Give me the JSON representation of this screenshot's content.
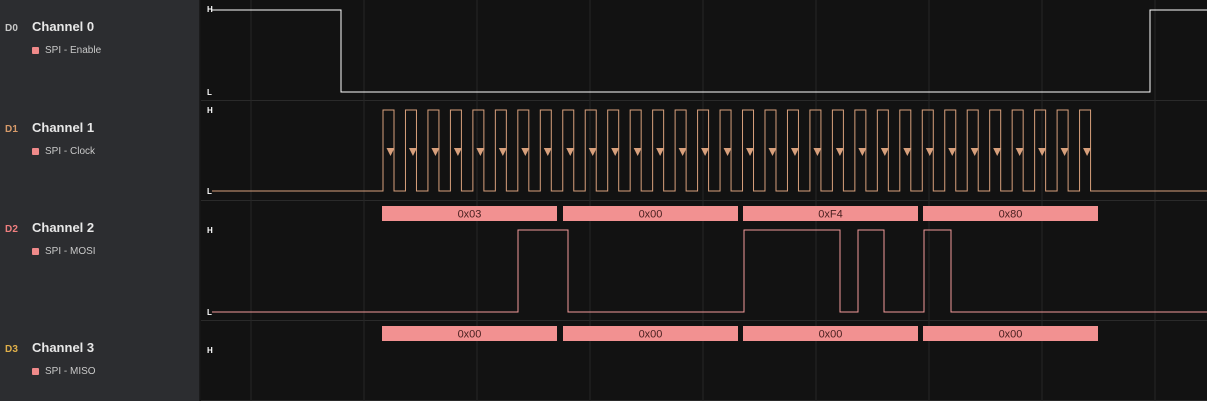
{
  "channels": [
    {
      "code": "D0",
      "code_color": "#c9c9c9",
      "title": "Channel 0",
      "subtitle": "SPI - Enable",
      "high": "H",
      "low": "L"
    },
    {
      "code": "D1",
      "code_color": "#d89b6a",
      "title": "Channel 1",
      "subtitle": "SPI - Clock",
      "high": "H",
      "low": "L"
    },
    {
      "code": "D2",
      "code_color": "#f07f7f",
      "title": "Channel 2",
      "subtitle": "SPI - MOSI",
      "high": "H",
      "low": "L"
    },
    {
      "code": "D3",
      "code_color": "#e0b04a",
      "title": "Channel 3",
      "subtitle": "SPI - MISO",
      "high": "H"
    }
  ],
  "decoded": {
    "mosi": [
      "0x03",
      "0x00",
      "0xF4",
      "0x80"
    ],
    "miso": [
      "0x00",
      "0x00",
      "0x00",
      "0x00"
    ]
  },
  "colors": {
    "enable": "#ffffff",
    "clock": "#d8a07c",
    "mosi": "#f29a9a",
    "frame_fill": "#f29191",
    "frame_text": "#4a2020",
    "grid": "#262626"
  },
  "icons": {
    "subtitle_marker": "square-marker-icon",
    "clock_edge": "falling-edge-arrow-icon"
  }
}
